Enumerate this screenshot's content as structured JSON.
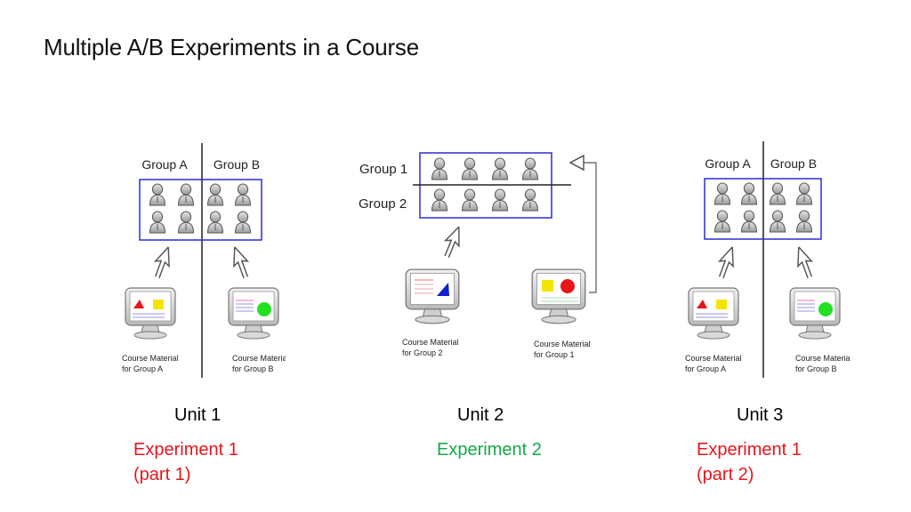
{
  "slide": {
    "title": "Multiple A/B Experiments in a Course"
  },
  "colors": {
    "experiment1": "#e8151b",
    "experiment2": "#14a84a",
    "box": "#2b2bd6"
  },
  "units": [
    {
      "label": "Unit 1",
      "experiment_line1": "Experiment 1",
      "experiment_line2": "(part 1)",
      "experiment_color": "#e8151b",
      "diagram": {
        "group_a_label": "Group A",
        "group_b_label": "Group B",
        "material_a_line1": "Course Material",
        "material_a_line2": "for Group A",
        "material_b_line1": "Course Material",
        "material_b_line2": "for Group B"
      }
    },
    {
      "label": "Unit 2",
      "experiment_line1": "Experiment 2",
      "experiment_line2": "",
      "experiment_color": "#14a84a",
      "diagram": {
        "group_1_label": "Group 1",
        "group_2_label": "Group 2",
        "material_2_line1": "Course Material",
        "material_2_line2": "for Group 2",
        "material_1_line1": "Course Material",
        "material_1_line2": "for Group 1"
      }
    },
    {
      "label": "Unit 3",
      "experiment_line1": "Experiment 1",
      "experiment_line2": "(part 2)",
      "experiment_color": "#e8151b",
      "diagram": {
        "group_a_label": "Group A",
        "group_b_label": "Group B",
        "material_a_line1": "Course Material",
        "material_a_line2": "for Group A",
        "material_b_line1": "Course Material",
        "material_b_line2": "for Group B"
      }
    }
  ]
}
